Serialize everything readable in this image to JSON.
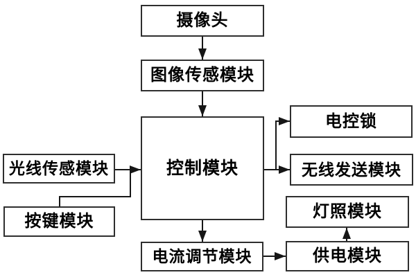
{
  "diagram": {
    "type": "block-diagram",
    "language": "zh",
    "nodes": {
      "camera": {
        "label": "摄像头"
      },
      "image_sensor": {
        "label": "图像传感模块"
      },
      "control": {
        "label": "控制模块"
      },
      "light_sensor": {
        "label": "光线传感模块"
      },
      "key": {
        "label": "按键模块"
      },
      "electric_lock": {
        "label": "电控锁"
      },
      "wireless": {
        "label": "无线发送模块"
      },
      "lighting": {
        "label": "灯照模块"
      },
      "power": {
        "label": "供电模块"
      },
      "current_regulator": {
        "label": "电流调节模块"
      }
    },
    "edges": [
      {
        "from": "camera",
        "to": "image_sensor",
        "type": "arrow"
      },
      {
        "from": "image_sensor",
        "to": "control",
        "type": "arrow"
      },
      {
        "from": "light_sensor",
        "to": "control",
        "type": "arrow"
      },
      {
        "from": "key",
        "to": "control",
        "type": "line-join"
      },
      {
        "from": "control",
        "to": "electric_lock",
        "type": "arrow"
      },
      {
        "from": "control",
        "to": "wireless",
        "type": "arrow"
      },
      {
        "from": "control",
        "to": "current_regulator",
        "type": "arrow"
      },
      {
        "from": "current_regulator",
        "to": "power",
        "type": "arrow"
      },
      {
        "from": "power",
        "to": "lighting",
        "type": "arrow"
      }
    ],
    "colors": {
      "line": "#161616",
      "box_border": "#2e2e2e",
      "box_fill": "#ffffff",
      "text": "#000000",
      "background": "#ffffff"
    }
  }
}
